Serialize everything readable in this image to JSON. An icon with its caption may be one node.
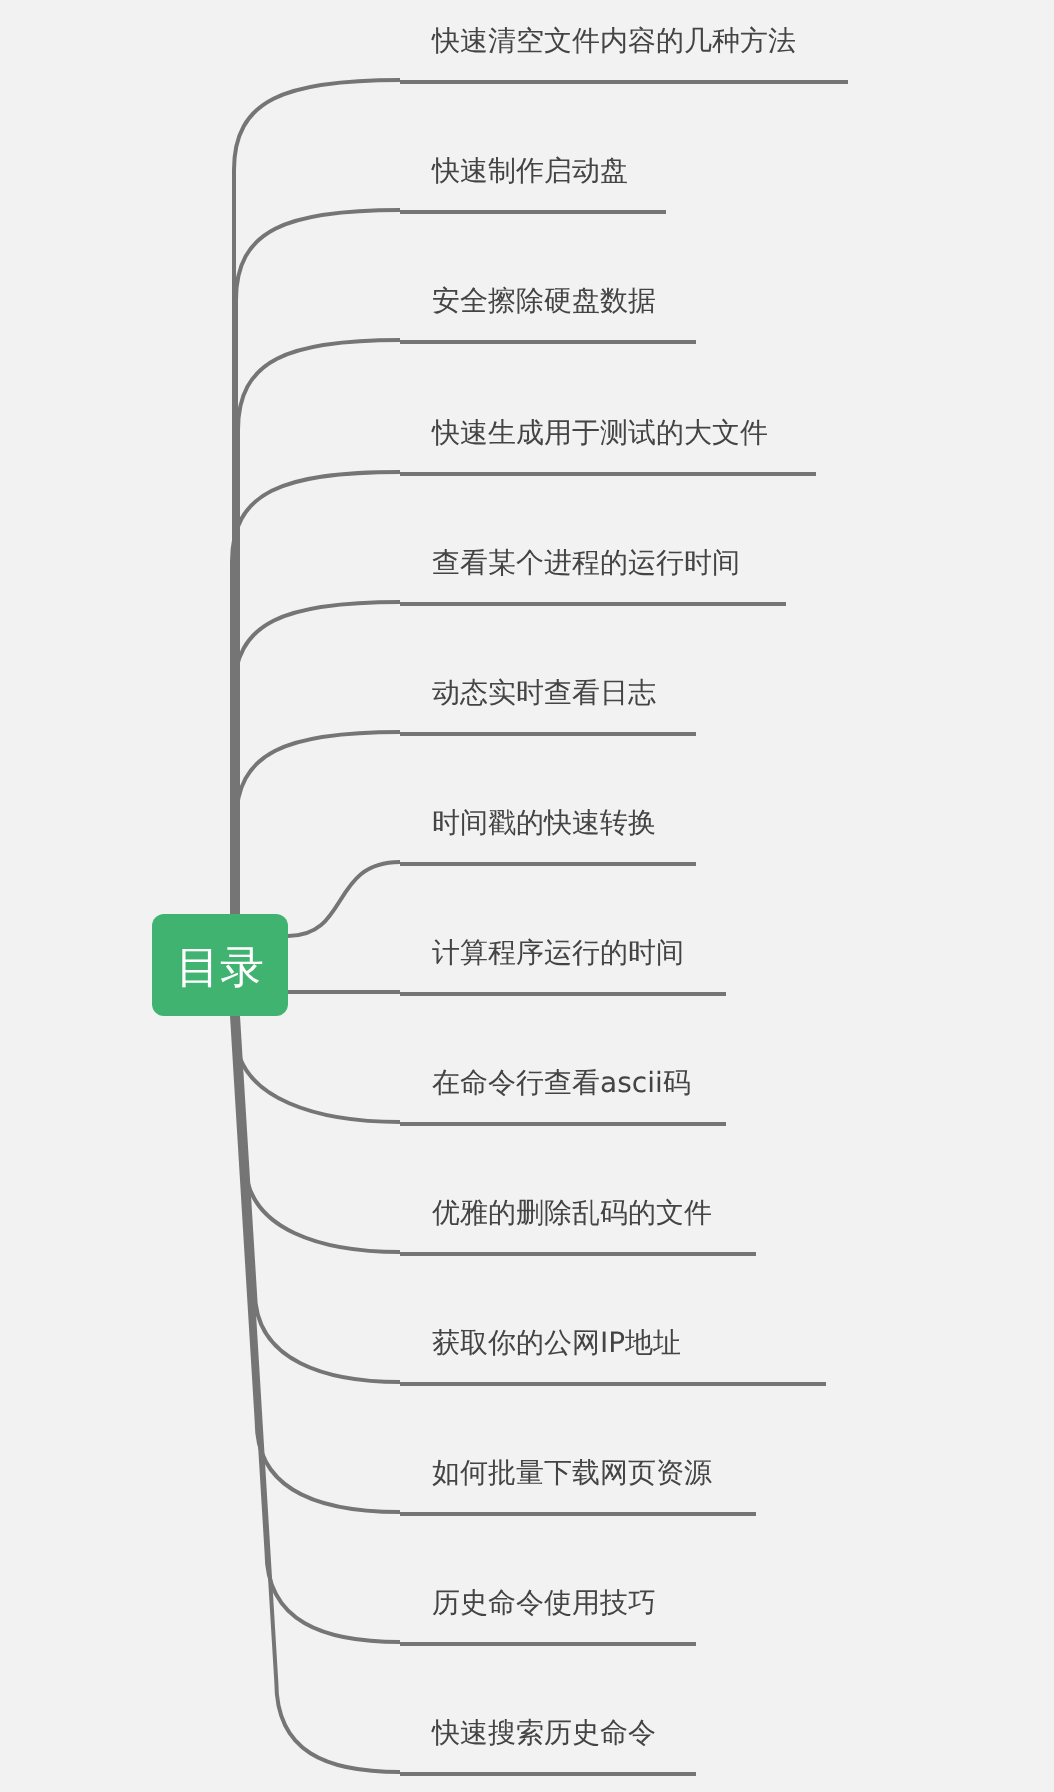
{
  "diagram": {
    "nodes": [
      {
        "text": [
          "目录"
        ]
      },
      {
        "text": [
          "快速清空文件内容的几种方法"
        ]
      },
      {
        "text": [
          "快速制作启动盘"
        ]
      },
      {
        "text": [
          "安全擦除硬盘数据"
        ]
      },
      {
        "text": [
          "快速生成用于测试的大文件"
        ]
      },
      {
        "text": [
          "查看某个进程的运行时间"
        ]
      },
      {
        "text": [
          "动态实时查看日志"
        ]
      },
      {
        "text": [
          "时间戳的快速转换"
        ]
      },
      {
        "text": [
          "计算程序运行的时间"
        ]
      },
      {
        "text": [
          "在命令行查看ascii码"
        ]
      },
      {
        "text": [
          "优雅的删除乱码的文件"
        ]
      },
      {
        "text": [
          "获取你的公网IP地址"
        ]
      },
      {
        "text": [
          "如何批量下载网页资源"
        ]
      },
      {
        "text": [
          "历史命令使用技巧"
        ]
      },
      {
        "text": [
          "快速搜索历史命令"
        ]
      }
    ],
    "edges": [
      {
        "from": 0,
        "to": 1,
        "arrow": "none"
      },
      {
        "from": 0,
        "to": 2,
        "arrow": "none"
      },
      {
        "from": 0,
        "to": 3,
        "arrow": "none"
      },
      {
        "from": 0,
        "to": 4,
        "arrow": "none"
      },
      {
        "from": 0,
        "to": 5,
        "arrow": "none"
      },
      {
        "from": 0,
        "to": 6,
        "arrow": "none"
      },
      {
        "from": 0,
        "to": 7,
        "arrow": "none"
      },
      {
        "from": 0,
        "to": 8,
        "arrow": "none"
      },
      {
        "from": 0,
        "to": 9,
        "arrow": "none"
      },
      {
        "from": 0,
        "to": 10,
        "arrow": "none"
      },
      {
        "from": 0,
        "to": 11,
        "arrow": "none"
      },
      {
        "from": 0,
        "to": 12,
        "arrow": "none"
      },
      {
        "from": 0,
        "to": 13,
        "arrow": "none"
      },
      {
        "from": 0,
        "to": 14,
        "arrow": "none"
      }
    ]
  }
}
